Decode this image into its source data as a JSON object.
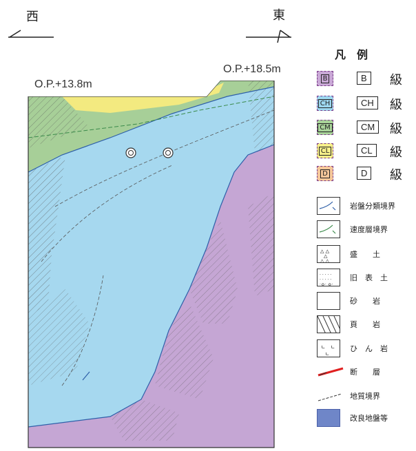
{
  "directions": {
    "west": "西",
    "east": "東"
  },
  "elevations": {
    "west": "O.P.+13.8m",
    "east": "O.P.+18.5m"
  },
  "legend": {
    "title": "凡　例",
    "grades": [
      {
        "swatch": "B",
        "code": "B",
        "suffix": "級",
        "color": "#c9a8d6"
      },
      {
        "swatch": "CH",
        "code": "CH",
        "suffix": "級",
        "color": "#9ed8f0"
      },
      {
        "swatch": "CM",
        "code": "CM",
        "suffix": "級",
        "color": "#a9d39a"
      },
      {
        "swatch": "CL",
        "code": "CL",
        "suffix": "級",
        "color": "#f6ef8a"
      },
      {
        "swatch": "D",
        "code": "D",
        "suffix": "級",
        "color": "#f5c79a"
      }
    ],
    "symbols": [
      {
        "label": "岩盤分類境界"
      },
      {
        "label": "速度層境界"
      },
      {
        "label": "盛　　土"
      },
      {
        "label": "旧　表　土"
      },
      {
        "label": "砂　　岩"
      },
      {
        "label": "頁　　岩"
      },
      {
        "label": "ひ　ん　岩"
      },
      {
        "label": "断　　層"
      },
      {
        "label": "地質境界"
      },
      {
        "label": "改良地盤等"
      }
    ]
  }
}
